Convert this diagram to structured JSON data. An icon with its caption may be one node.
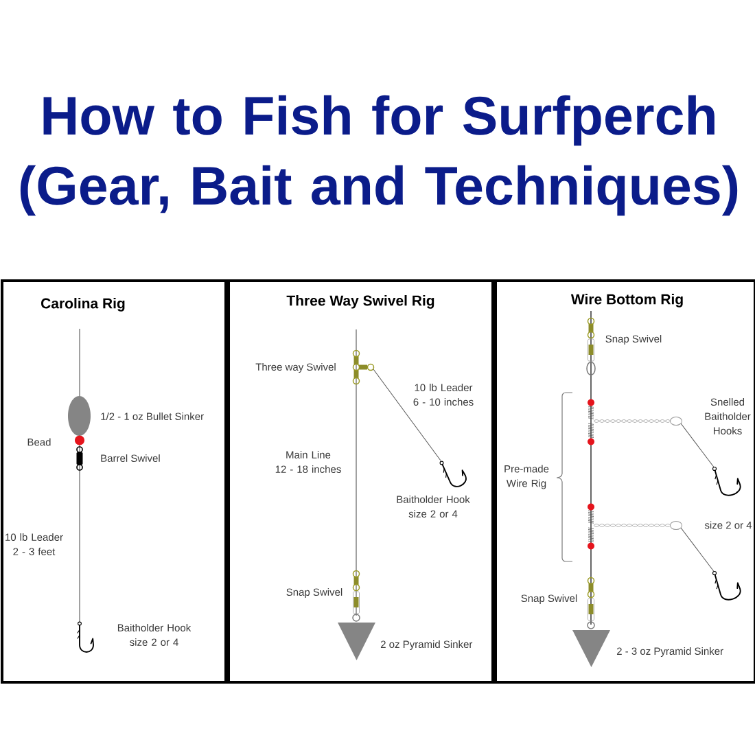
{
  "diagram": {
    "title": "How to Fish for Surfperch (Gear, Bait and Techniques)",
    "nodes": [
      {
        "text": [
          "Carolina Rig"
        ]
      },
      {
        "text": [
          "Three Way Swivel Rig"
        ]
      },
      {
        "text": [
          "Wire Bottom Rig"
        ]
      }
    ],
    "labels": [
      "1/2 - 1 oz Bullet Sinker",
      "Bead",
      "Barrel Swivel",
      "10 lb Leader 2 - 3 feet",
      "Baitholder Hook size 2 or 4",
      "Three way Swivel",
      "10 lb Leader 6 - 10 inches",
      "Main Line 12 - 18 inches",
      "Baitholder Hook size 2 or 4",
      "Snap Swivel",
      "2 oz Pyramid Sinker",
      "Snap Swivel",
      "Snelled Baitholder Hooks",
      "Pre-made Wire Rig",
      "size 2 or 4",
      "Snap Swivel",
      "2 - 3 oz Pyramid Sinker"
    ]
  }
}
